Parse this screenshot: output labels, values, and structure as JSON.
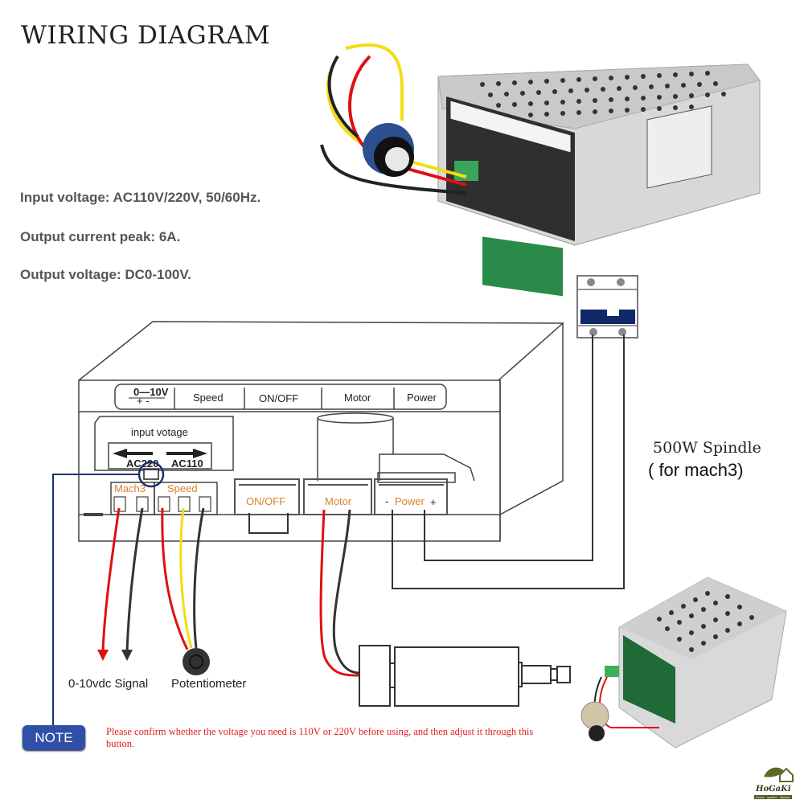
{
  "title": "WIRING DIAGRAM",
  "specs": [
    "Input voltage: AC110V/220V, 50/60Hz.",
    "Output current peak: 6A.",
    "Output voltage: DC0-100V."
  ],
  "panel": {
    "top_labels": {
      "signal_range": "0—10V",
      "signal_polarity": "+  -",
      "speed": "Speed",
      "onoff": "ON/OFF",
      "motor": "Motor",
      "power": "Power"
    },
    "voltage_switch": {
      "title": "input votage",
      "left": "AC220",
      "right": "AC110"
    },
    "terminal_groups": {
      "mach3": "Mach3",
      "speed": "Speed",
      "onoff": "ON/OFF",
      "motor": "Motor",
      "power": "Power",
      "power_minus": "-",
      "power_plus": "+"
    }
  },
  "spindle": {
    "title": "500W Spindle",
    "subtitle": "( for mach3)"
  },
  "labels": {
    "signal": "0-10vdc Signal",
    "potentiometer": "Potentiometer"
  },
  "note": {
    "button": "NOTE",
    "text": "Please confirm whether the voltage you need is 110V or 220V before using, and then adjust it through this button."
  },
  "logo": {
    "name": "HoGaKi",
    "tagline": "Home · garden · kitchen"
  },
  "colors": {
    "wire_red": "#e01010",
    "wire_black": "#333333",
    "wire_yellow": "#f2dc14",
    "note_blue": "#2f4fa8",
    "accent_orange": "#d9822b",
    "breaker_blue": "#102868"
  }
}
